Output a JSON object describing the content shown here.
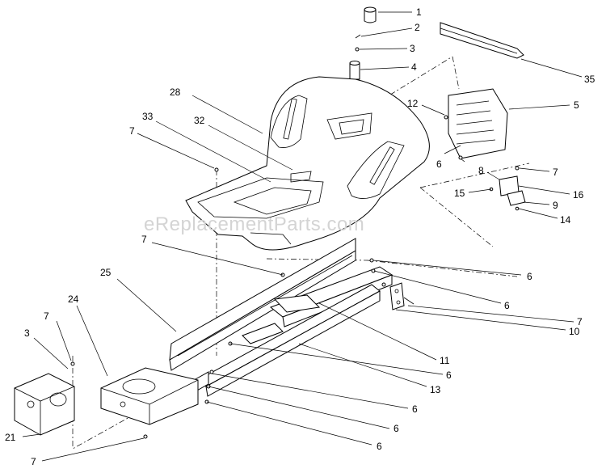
{
  "watermark": "eReplacementParts.com",
  "callouts": [
    {
      "id": "1",
      "text": "1"
    },
    {
      "id": "2",
      "text": "2"
    },
    {
      "id": "3a",
      "text": "3"
    },
    {
      "id": "4",
      "text": "4"
    },
    {
      "id": "35",
      "text": "35"
    },
    {
      "id": "28",
      "text": "28"
    },
    {
      "id": "5",
      "text": "5"
    },
    {
      "id": "12",
      "text": "12"
    },
    {
      "id": "33",
      "text": "33"
    },
    {
      "id": "32",
      "text": "32"
    },
    {
      "id": "7a",
      "text": "7"
    },
    {
      "id": "6a",
      "text": "6"
    },
    {
      "id": "7b",
      "text": "7"
    },
    {
      "id": "8",
      "text": "8"
    },
    {
      "id": "15",
      "text": "15"
    },
    {
      "id": "16",
      "text": "16"
    },
    {
      "id": "9",
      "text": "9"
    },
    {
      "id": "14",
      "text": "14"
    },
    {
      "id": "7c",
      "text": "7"
    },
    {
      "id": "6b",
      "text": "6"
    },
    {
      "id": "25",
      "text": "25"
    },
    {
      "id": "6c",
      "text": "6"
    },
    {
      "id": "7d",
      "text": "7"
    },
    {
      "id": "10",
      "text": "10"
    },
    {
      "id": "24",
      "text": "24"
    },
    {
      "id": "7e",
      "text": "7"
    },
    {
      "id": "3b",
      "text": "3"
    },
    {
      "id": "11",
      "text": "11"
    },
    {
      "id": "6d",
      "text": "6"
    },
    {
      "id": "13",
      "text": "13"
    },
    {
      "id": "6e",
      "text": "6"
    },
    {
      "id": "6f",
      "text": "6"
    },
    {
      "id": "21",
      "text": "21"
    },
    {
      "id": "6g",
      "text": "6"
    },
    {
      "id": "7f",
      "text": "7"
    }
  ]
}
